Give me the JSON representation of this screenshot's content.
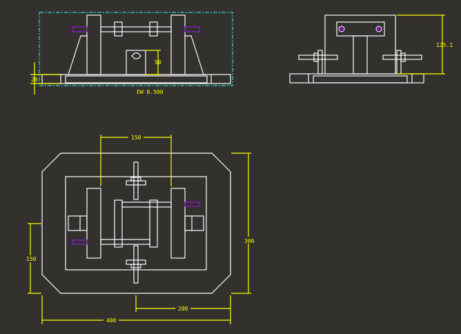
{
  "drawing": {
    "background_color": "#33312d",
    "line_color": "#ffffff",
    "dimension_color": "#ffff00",
    "selection_color": "#33d6d6",
    "bolt_color": "#8a1ac0"
  },
  "front_view": {
    "dimensions": {
      "base_height": "20",
      "block_height": "50"
    },
    "scale_label": "EW 0.500"
  },
  "side_view": {
    "dimensions": {
      "overall_height": "125.1"
    }
  },
  "top_view": {
    "dimensions": {
      "post_spacing": "150",
      "overall_depth": "300",
      "half_depth": "150",
      "half_width": "200",
      "overall_width": "400"
    }
  }
}
